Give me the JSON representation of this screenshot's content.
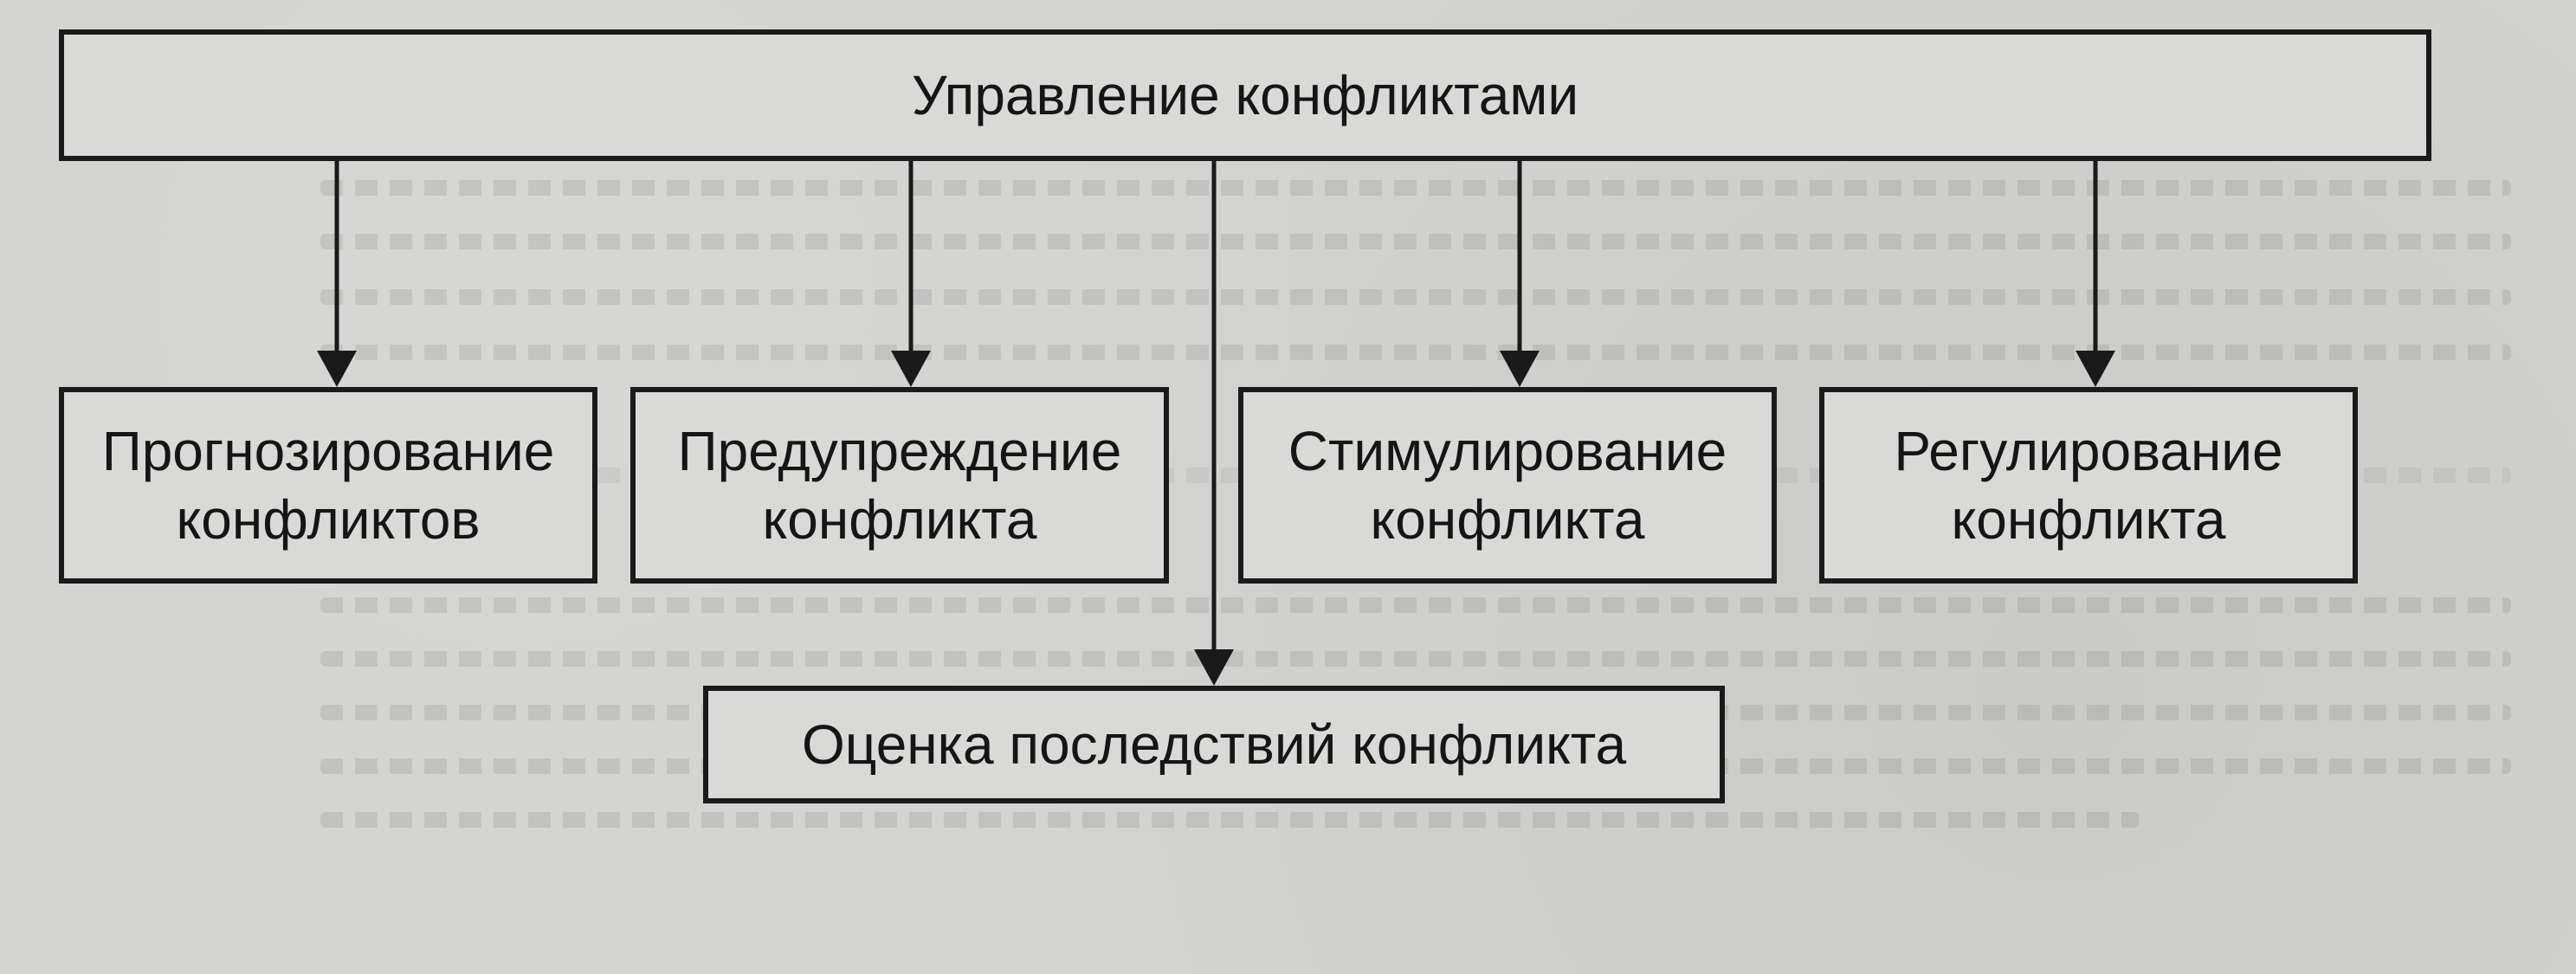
{
  "diagram": {
    "root": {
      "label": "Управление конфликтами"
    },
    "branches": [
      {
        "label": "Прогнозирование\nконфликтов"
      },
      {
        "label": "Предупреждение\nконфликта"
      },
      {
        "label": "Стимулирование\nконфликта"
      },
      {
        "label": "Регулирование\nконфликта"
      }
    ],
    "bottom": {
      "label": "Оценка последствий конфликта"
    },
    "colors": {
      "line": "#1a1a1a",
      "paper": "#d2d2d0"
    }
  }
}
